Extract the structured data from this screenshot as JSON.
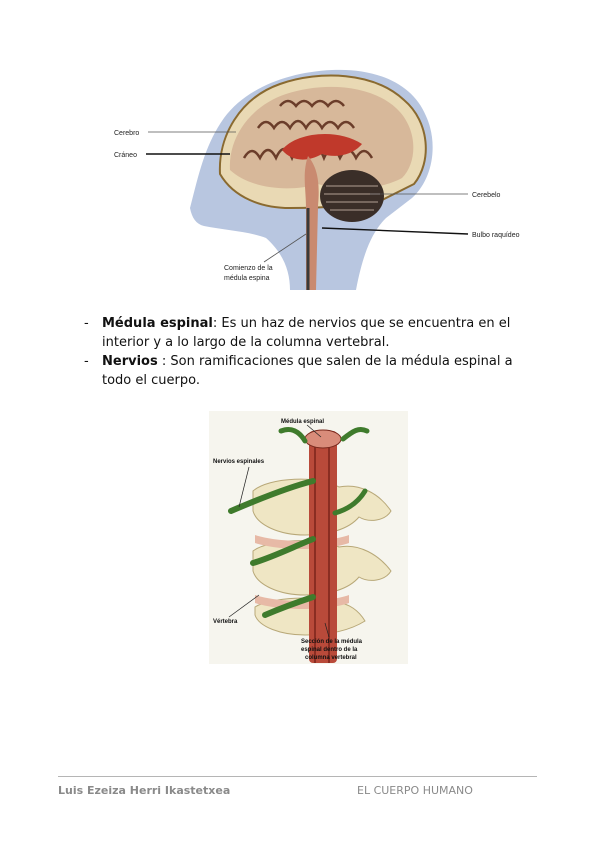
{
  "figure1": {
    "labels": {
      "cerebro": "Cerebro",
      "craneo": "Cráneo",
      "cerebelo": "Cerebelo",
      "bulbo": "Bulbo raquídeo",
      "comienzo_line1": "Comienzo de la",
      "comienzo_line2": "médula espina"
    }
  },
  "bullets": [
    {
      "dash": "-",
      "term": "Médula espinal",
      "text": ": Es un haz de nervios que se encuentra en el interior y a lo largo de la columna vertebral."
    },
    {
      "dash": "-",
      "term": "Nervios",
      "text": " : Son ramificaciones que salen de la médula espinal a todo el cuerpo."
    }
  ],
  "figure2": {
    "labels": {
      "medula": "Médula espinal",
      "nervios": "Nervios espinales",
      "vertebra": "Vértebra",
      "seccion_line1": "Sección de la médula",
      "seccion_line2": "espinal dentro de la",
      "seccion_line3": "columna vertebral"
    }
  },
  "footer": {
    "left": "Luis Ezeiza Herri Ikastetxea",
    "right": "EL CUERPO HUMANO"
  }
}
